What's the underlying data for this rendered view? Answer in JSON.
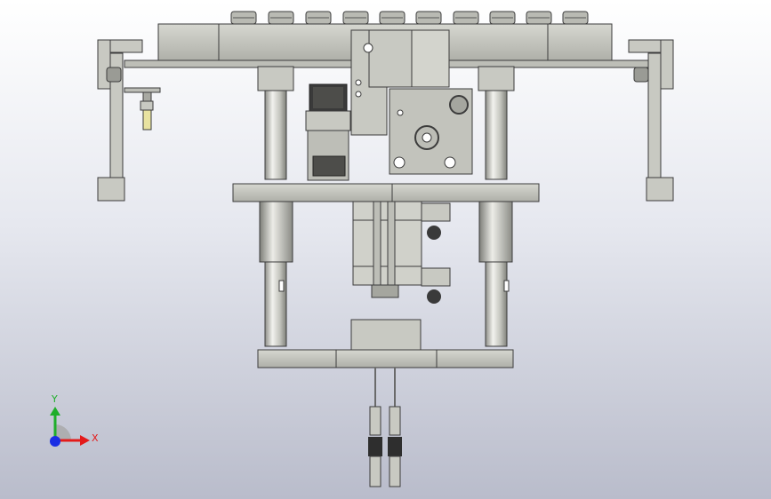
{
  "viewport": {
    "background_top": "#ffffff",
    "background_bottom": "#b9bccb"
  },
  "model": {
    "part_fill": "#c8c9c2",
    "part_shade": "#a5a69f",
    "part_edge": "#3c3c3c",
    "rod_highlight": "#f2f2ee",
    "block_dark": "#8f908a"
  },
  "triad": {
    "x_label": "X",
    "y_label": "Y",
    "x_color": "#e41a1a",
    "y_color": "#1fae2a",
    "z_color": "#1a2ee4",
    "x_icon": "triad-x-axis-arrow",
    "y_icon": "triad-y-axis-arrow",
    "z_icon": "triad-z-axis-dot"
  }
}
